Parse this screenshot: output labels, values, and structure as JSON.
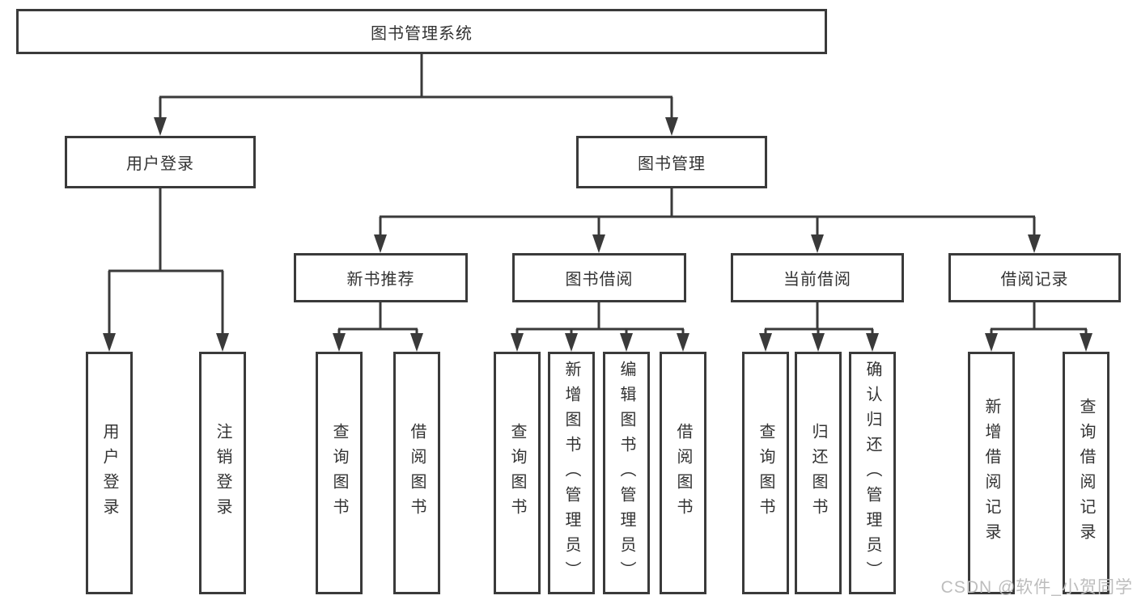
{
  "tree": {
    "root": {
      "label": "图书管理系统"
    },
    "branches": [
      {
        "label": "用户登录",
        "children": [
          {
            "label": "用户登录"
          },
          {
            "label": "注销登录"
          }
        ]
      },
      {
        "label": "图书管理",
        "children": [
          {
            "label": "新书推荐",
            "children": [
              {
                "label": "查询图书"
              },
              {
                "label": "借阅图书"
              }
            ]
          },
          {
            "label": "图书借阅",
            "children": [
              {
                "label": "查询图书"
              },
              {
                "label": "新增图书（管理员）"
              },
              {
                "label": "编辑图书（管理员）"
              },
              {
                "label": "借阅图书"
              }
            ]
          },
          {
            "label": "当前借阅",
            "children": [
              {
                "label": "查询图书"
              },
              {
                "label": "归还图书"
              },
              {
                "label": "确认归还（管理员）"
              }
            ]
          },
          {
            "label": "借阅记录",
            "children": [
              {
                "label": "新增借阅记录"
              },
              {
                "label": "查询借阅记录"
              }
            ]
          }
        ]
      }
    ]
  },
  "watermark": {
    "text": "CSDN @软件_小贺同学",
    "color": "#bdbdbd"
  },
  "colors": {
    "line": "#3a3a3a",
    "text": "#333333",
    "background": "#ffffff"
  }
}
